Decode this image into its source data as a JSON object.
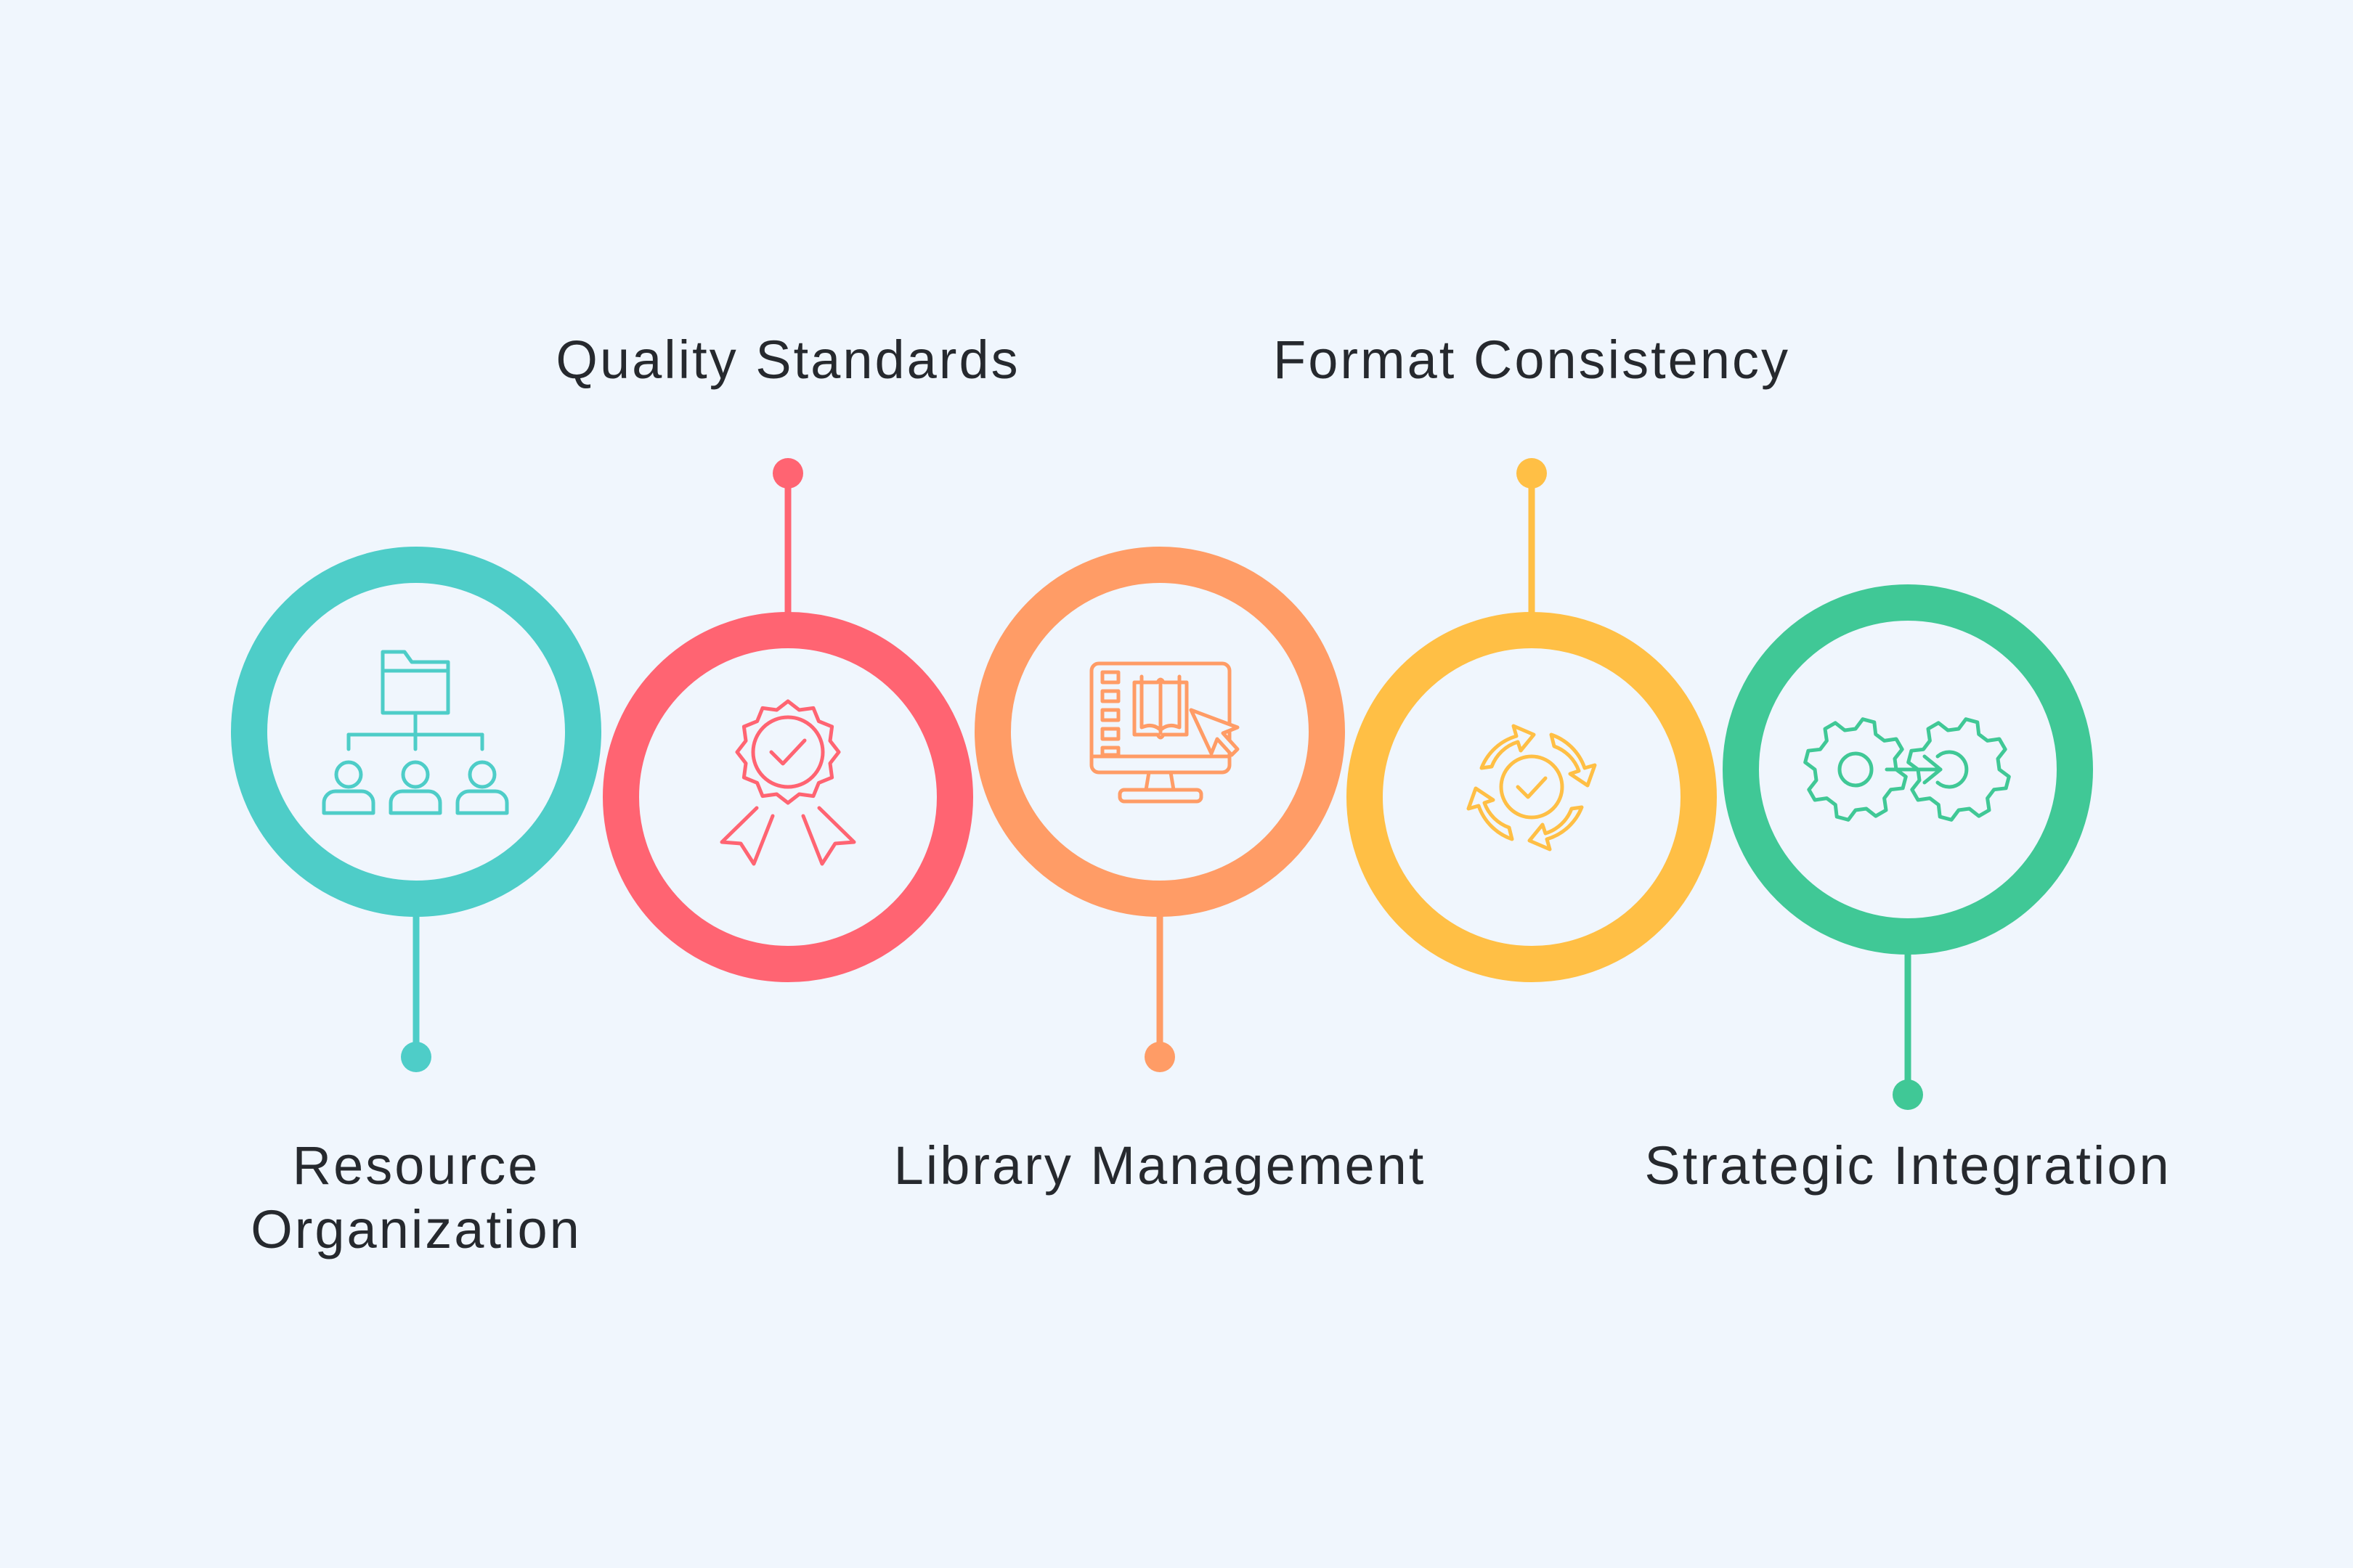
{
  "background": "#f0f6fd",
  "text_color": "#26292e",
  "steps": [
    {
      "label_lines": [
        "Resource",
        "Organization"
      ],
      "color": "#4ecdc8",
      "icon": "hierarchy-folder-users-icon",
      "label_position": "bottom"
    },
    {
      "label_lines": [
        "Quality Standards"
      ],
      "color": "#ff6472",
      "icon": "award-ribbon-check-icon",
      "label_position": "top"
    },
    {
      "label_lines": [
        "Library Management"
      ],
      "color": "#ff9c66",
      "icon": "monitor-book-cursor-icon",
      "label_position": "bottom"
    },
    {
      "label_lines": [
        "Format Consistency"
      ],
      "color": "#ffbf45",
      "icon": "cycle-arrows-check-icon",
      "label_position": "top"
    },
    {
      "label_lines": [
        "Strategic Integration"
      ],
      "color": "#40c896",
      "icon": "gears-arrow-icon",
      "label_position": "bottom"
    }
  ]
}
